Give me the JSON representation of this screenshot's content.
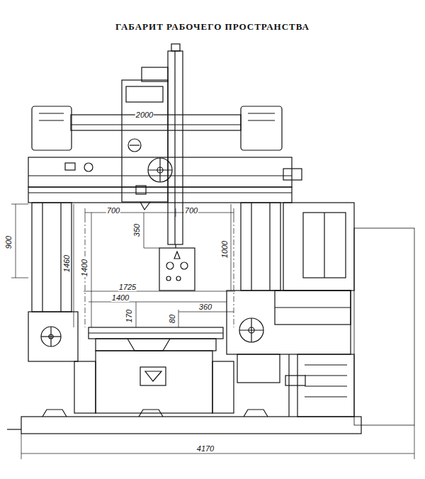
{
  "diagram": {
    "title": "ГАБАРИТ РАБОЧЕГО ПРОСТРАНСТВА",
    "labels": [
      "2000",
      "700",
      "700",
      "350",
      "900",
      "1460",
      "1400",
      "1000",
      "1725",
      "1400",
      "170",
      "80",
      "360",
      "4170"
    ]
  }
}
